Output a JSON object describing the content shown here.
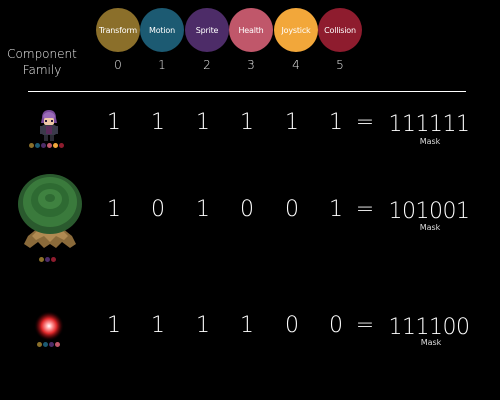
{
  "header": {
    "family_label": "Component Family",
    "components": [
      {
        "name": "Transform",
        "index": "0",
        "color": "#8b6f2a"
      },
      {
        "name": "Motion",
        "index": "1",
        "color": "#1c5a72"
      },
      {
        "name": "Sprite",
        "index": "2",
        "color": "#4d2c68"
      },
      {
        "name": "Health",
        "index": "3",
        "color": "#c0576a"
      },
      {
        "name": "Joystick",
        "index": "4",
        "color": "#f2a73a"
      },
      {
        "name": "Collision",
        "index": "5",
        "color": "#8e1c2e"
      }
    ]
  },
  "rows": [
    {
      "entity": "character-sprite",
      "bits": [
        "1",
        "1",
        "1",
        "1",
        "1",
        "1"
      ],
      "equals": "=",
      "mask": "111111",
      "mask_label": "Mask",
      "dot_colors": [
        "#8b6f2a",
        "#1c5a72",
        "#4d2c68",
        "#c0576a",
        "#f2a73a",
        "#8e1c2e"
      ]
    },
    {
      "entity": "tree-sprite",
      "bits": [
        "1",
        "0",
        "1",
        "0",
        "0",
        "1"
      ],
      "equals": "=",
      "mask": "101001",
      "mask_label": "Mask",
      "dot_colors": [
        "#8b6f2a",
        "#4d2c68",
        "#8e1c2e"
      ]
    },
    {
      "entity": "glowing-orb-sprite",
      "bits": [
        "1",
        "1",
        "1",
        "1",
        "0",
        "0"
      ],
      "equals": "=",
      "mask": "111100",
      "mask_label": "Mask",
      "dot_colors": [
        "#8b6f2a",
        "#1c5a72",
        "#4d2c68",
        "#c0576a"
      ]
    }
  ]
}
